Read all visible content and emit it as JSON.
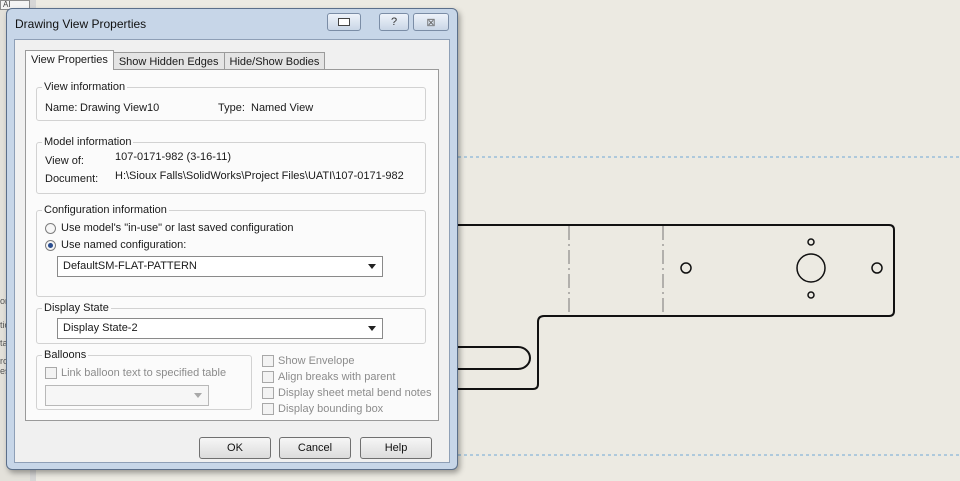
{
  "left_panel": {
    "top_label": "AI",
    "fragments": [
      "on",
      "tio",
      "ta",
      "ro",
      "es"
    ]
  },
  "dialog": {
    "title": "Drawing View Properties",
    "help_glyph": "?",
    "close_glyph": "⊠",
    "tabs": [
      {
        "label": "View Properties",
        "active": true
      },
      {
        "label": "Show Hidden Edges",
        "active": false
      },
      {
        "label": "Hide/Show Bodies",
        "active": false
      }
    ],
    "view_information": {
      "title": "View information",
      "name_label": "Name:",
      "name_value": "Drawing View10",
      "type_label": "Type:",
      "type_value": "Named View"
    },
    "model_information": {
      "title": "Model information",
      "view_of_label": "View of:",
      "view_of_value": "107-0171-982 (3-16-11)",
      "document_label": "Document:",
      "document_value": "H:\\Sioux Falls\\SolidWorks\\Project Files\\UATI\\107-0171-982"
    },
    "configuration_information": {
      "title": "Configuration information",
      "option_in_use": "Use model's \"in-use\" or last saved configuration",
      "option_named": "Use named configuration:",
      "selected_option": "named",
      "named_configuration": "DefaultSM-FLAT-PATTERN"
    },
    "display_state": {
      "title": "Display State",
      "value": "Display State-2"
    },
    "balloons": {
      "title": "Balloons",
      "link_label": "Link balloon text to specified table",
      "link_checked": false,
      "table_value": ""
    },
    "options": {
      "show_envelope": "Show Envelope",
      "align_breaks": "Align breaks with parent",
      "display_bend_notes": "Display sheet metal bend notes",
      "display_bounding_box": "Display bounding box"
    },
    "buttons": {
      "ok": "OK",
      "cancel": "Cancel",
      "help": "Help"
    }
  },
  "colors": {
    "canvas": "#eceae2",
    "sketch_line": "#111111",
    "sheet_border_dashed": "#6fa8d6",
    "dialog_frame": "#c7d6e8"
  }
}
